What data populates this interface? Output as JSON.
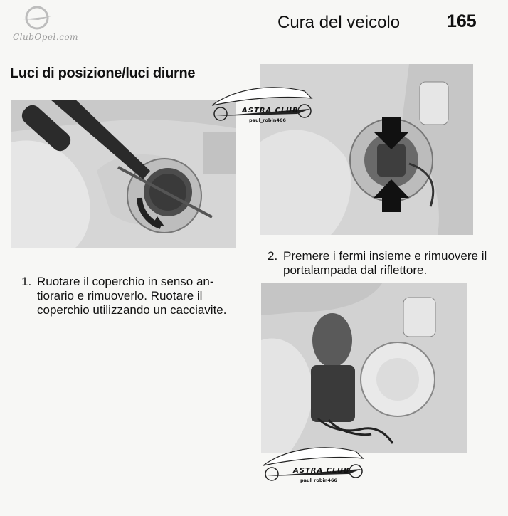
{
  "header": {
    "brand": "ClubOpel.com",
    "section_title": "Cura del veicolo",
    "page_number": "165"
  },
  "article": {
    "heading": "Luci di posizione/luci diurne"
  },
  "steps": [
    {
      "number": "1.",
      "text": "Ruotare il coperchio in senso an­tiorario e rimuoverlo. Ruotare il coperchio utilizzando un caccia­vite."
    },
    {
      "number": "2.",
      "text": "Premere i fermi insieme e rimuo­vere il portalampada dal riflettore."
    }
  ],
  "watermark": {
    "club": "ASTRA CLUB",
    "user": "paul_robin466"
  },
  "colors": {
    "page": "#f7f7f5",
    "photo_bg": "#d9d9d9",
    "ink": "#111111"
  }
}
